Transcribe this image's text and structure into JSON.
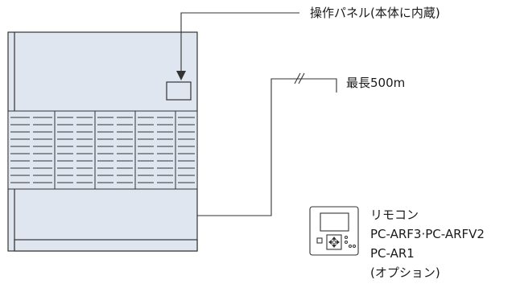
{
  "labels": {
    "panel": "操作パネル(本体に内蔵)",
    "distance": "最長500m",
    "remote_title": "リモコン",
    "remote_model_1": "PC-ARF3·PC-ARFV2",
    "remote_model_2": "PC-AR1",
    "remote_option": "(オプション)"
  },
  "colors": {
    "unit_fill": "#dfe6ef",
    "line": "#333333"
  }
}
